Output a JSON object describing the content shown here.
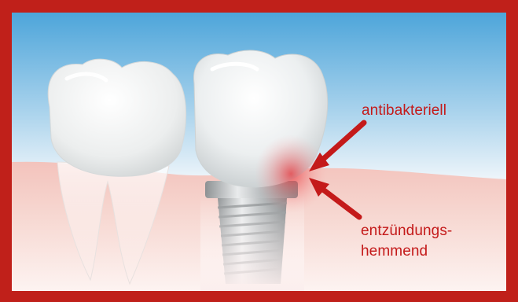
{
  "labels": {
    "antibacterial": "antibakteriell",
    "anti_inflammatory_line1": "entzündungs-",
    "anti_inflammatory_line2": "hemmend"
  },
  "colors": {
    "frame": "#c0201a",
    "label_text": "#c41a1a",
    "arrow": "#c41a1a",
    "sky_top": "#4aa3d8",
    "gum": "#f3c7c0",
    "inflammation_glow": "#e8343a"
  },
  "icons": {
    "arrow_upper": "arrow-icon",
    "arrow_lower": "arrow-icon"
  }
}
